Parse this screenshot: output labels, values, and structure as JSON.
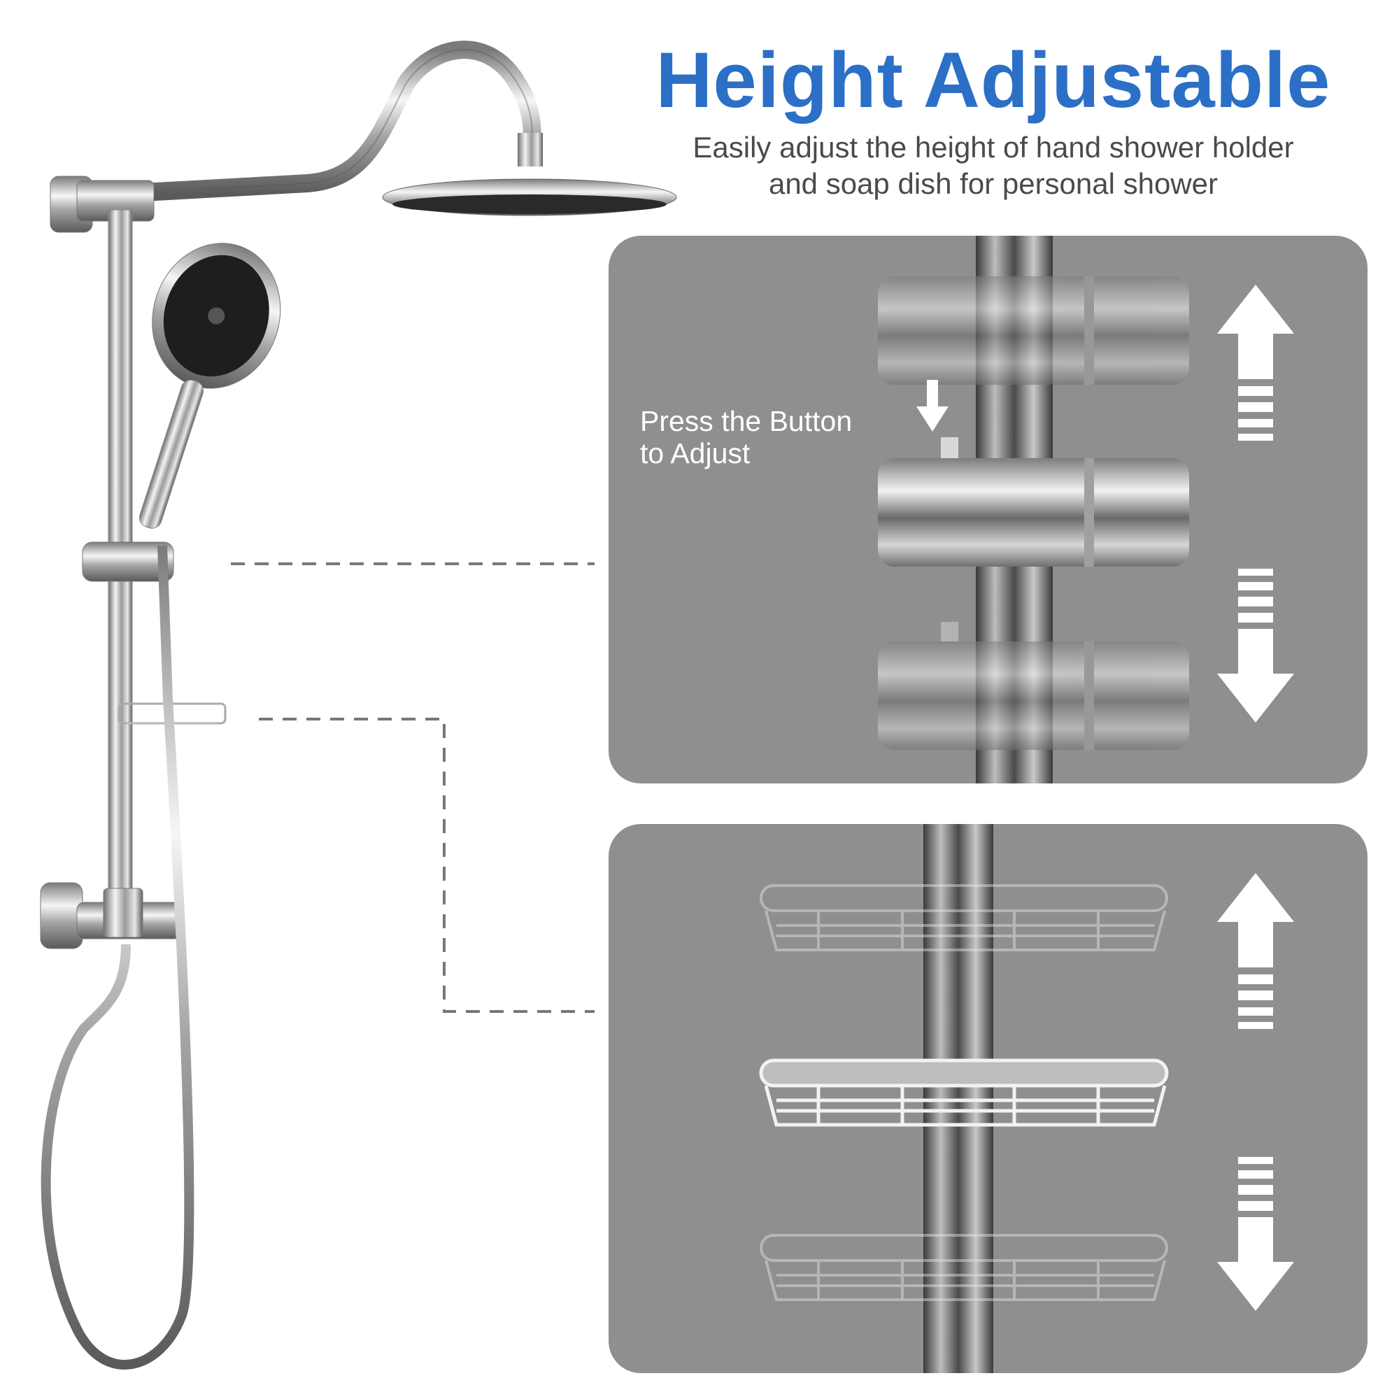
{
  "header": {
    "title": "Height Adjustable",
    "subtitle_line1": "Easily adjust the height of hand shower holder",
    "subtitle_line2": "and soap dish for personal shower"
  },
  "holder_panel": {
    "note_line1": "Press the Button",
    "note_line2": "to Adjust"
  },
  "colors": {
    "title": "#2b6fc6",
    "panel_bg": "#8f8f8f",
    "subtitle": "#4a4a4a"
  },
  "icons": [
    "arrow-up-icon",
    "arrow-down-icon",
    "small-down-arrow-icon"
  ]
}
